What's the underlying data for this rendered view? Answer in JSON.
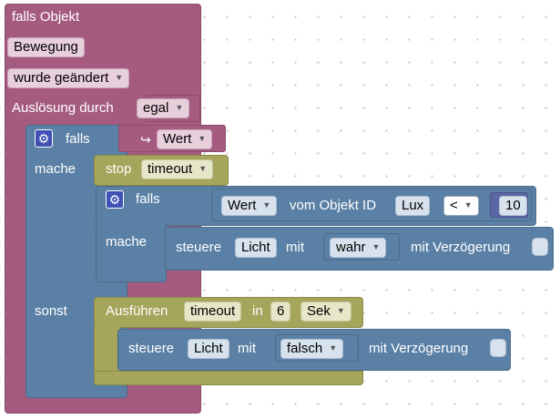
{
  "event_block": {
    "title": "falls Objekt",
    "object_name": "Bewegung",
    "condition": "wurde geändert",
    "trigger_label": "Auslösung durch",
    "trigger_value": "egal"
  },
  "if_outer": {
    "falls_label": "falls",
    "mache_label": "mache",
    "sonst_label": "sonst",
    "value_prefix": "↪",
    "value_field": "Wert"
  },
  "stop_block": {
    "label": "stop",
    "value": "timeout"
  },
  "if_inner": {
    "falls_label": "falls",
    "mache_label": "mache",
    "value_field": "Wert",
    "from_object_label": "vom Objekt ID",
    "object_id": "Lux",
    "operator": "<",
    "number": "10"
  },
  "control_true": {
    "label": "steuere",
    "target": "Licht",
    "with_label": "mit",
    "value": "wahr",
    "delay_label": "mit Verzögerung"
  },
  "exec_block": {
    "label": "Ausführen",
    "timer": "timeout",
    "in_label": "in",
    "amount": "6",
    "unit": "Sek"
  },
  "control_false": {
    "label": "steuere",
    "target": "Licht",
    "with_label": "mit",
    "value": "falsch",
    "delay_label": "mit Verzögerung"
  },
  "colors": {
    "event": "#a55b80",
    "logic": "#5b80a5",
    "timer": "#a5a55b",
    "gear": "#3f51b5"
  },
  "icons": [
    "gear-icon",
    "dropdown-arrow-icon",
    "return-arrow-icon"
  ]
}
